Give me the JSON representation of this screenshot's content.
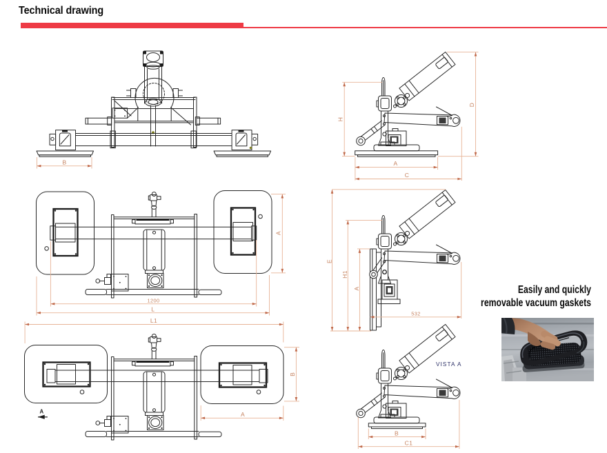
{
  "page": {
    "title": "Technical drawing"
  },
  "colors": {
    "accent": "#ee3a45",
    "dimension_line": "#e7b396",
    "dimension_text": "#c5825f",
    "dimension_arrow": "#c0694a",
    "view_label": "#2b2f66"
  },
  "caption": {
    "line1": "Easily and quickly",
    "line2": "removable vacuum gaskets"
  },
  "views": {
    "front": {
      "dims": {
        "b": "B"
      }
    },
    "side": {
      "dims": {
        "h": "H",
        "d": "D",
        "a": "A",
        "c": "C"
      }
    },
    "plan_closed": {
      "dims": {
        "span": "1200",
        "l": "L",
        "a": "A"
      }
    },
    "side_rotated": {
      "dims": {
        "e": "E",
        "h1": "H1",
        "a": "A",
        "span": "532"
      }
    },
    "plan_open": {
      "dims": {
        "l1": "L1",
        "b": "B",
        "a": "A"
      },
      "view_arrow": "A"
    },
    "side_vista": {
      "label": "VISTA A",
      "dims": {
        "b": "B",
        "c1": "C1"
      }
    }
  }
}
